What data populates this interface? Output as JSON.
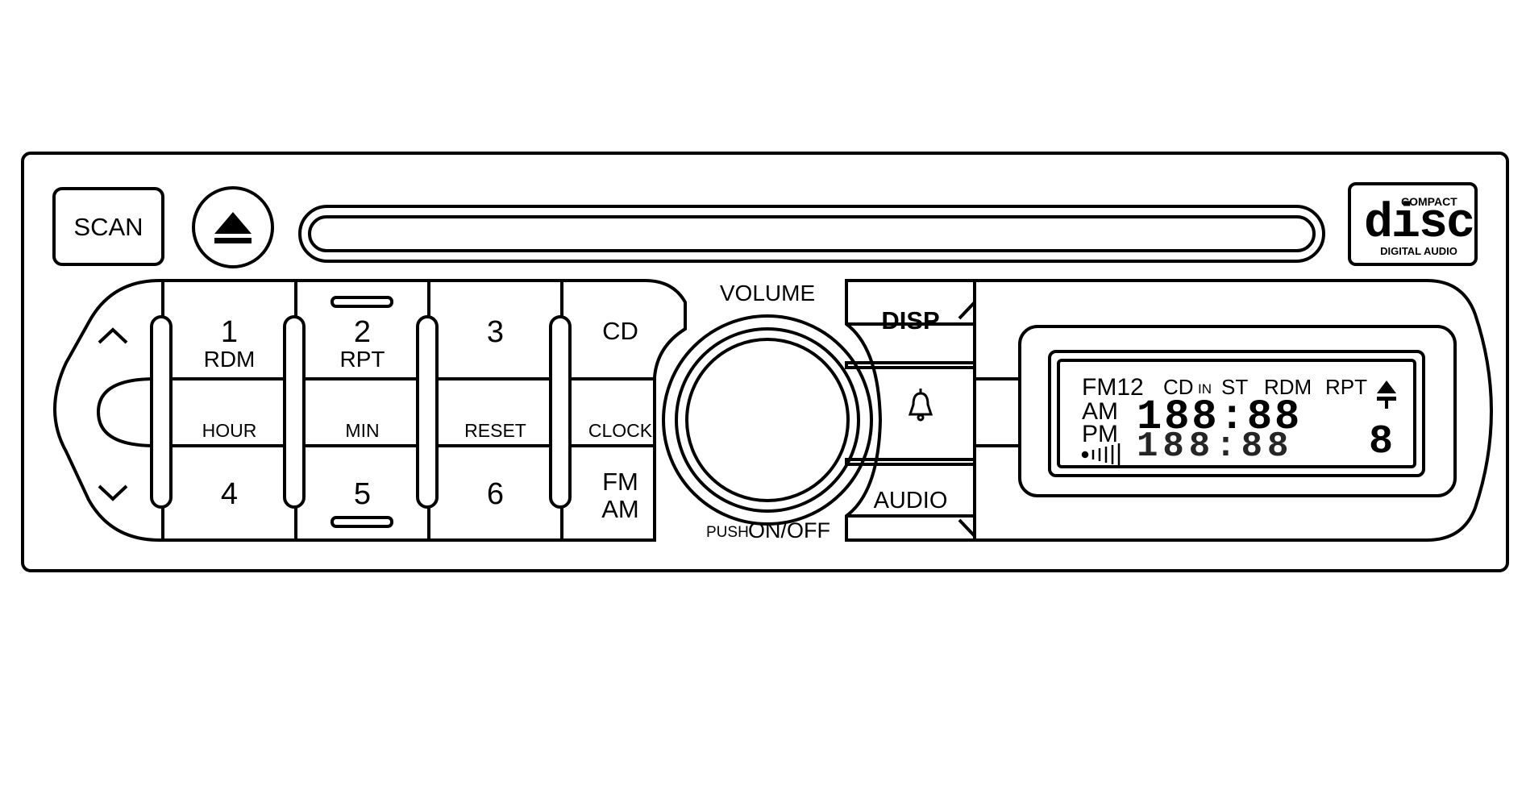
{
  "controls": {
    "scan": "SCAN",
    "volume": "VOLUME",
    "push": "PUSH",
    "on_off": "ON/OFF",
    "disp": "DISP",
    "audio": "AUDIO"
  },
  "cd_logo": {
    "compact": "COMPACT",
    "disc": "disc",
    "digital_audio": "DIGITAL AUDIO"
  },
  "presets": [
    {
      "top": "1",
      "sub": "RDM",
      "mid": "HOUR",
      "bottom": "4"
    },
    {
      "top": "2",
      "sub": "RPT",
      "mid": "MIN",
      "bottom": "5"
    },
    {
      "top": "3",
      "sub": "",
      "mid": "RESET",
      "bottom": "6"
    },
    {
      "top": "CD",
      "sub": "",
      "mid": "CLOCK",
      "bottom_line1": "FM",
      "bottom_line2": "AM"
    }
  ],
  "display": {
    "band_fm": "FM12",
    "band_am": "AM",
    "band_pm": "PM",
    "cd": "CD",
    "in": "IN",
    "st": "ST",
    "rdm": "RDM",
    "rpt": "RPT",
    "segments_top": "188:88",
    "segments_bottom": "188:88",
    "digit": "8"
  },
  "icons": {
    "eject": "eject-icon",
    "tune_up": "chevron-up-icon",
    "tune_down": "chevron-down-icon",
    "seek_tone": "bell-icon",
    "signal": "signal-strength-icon"
  }
}
